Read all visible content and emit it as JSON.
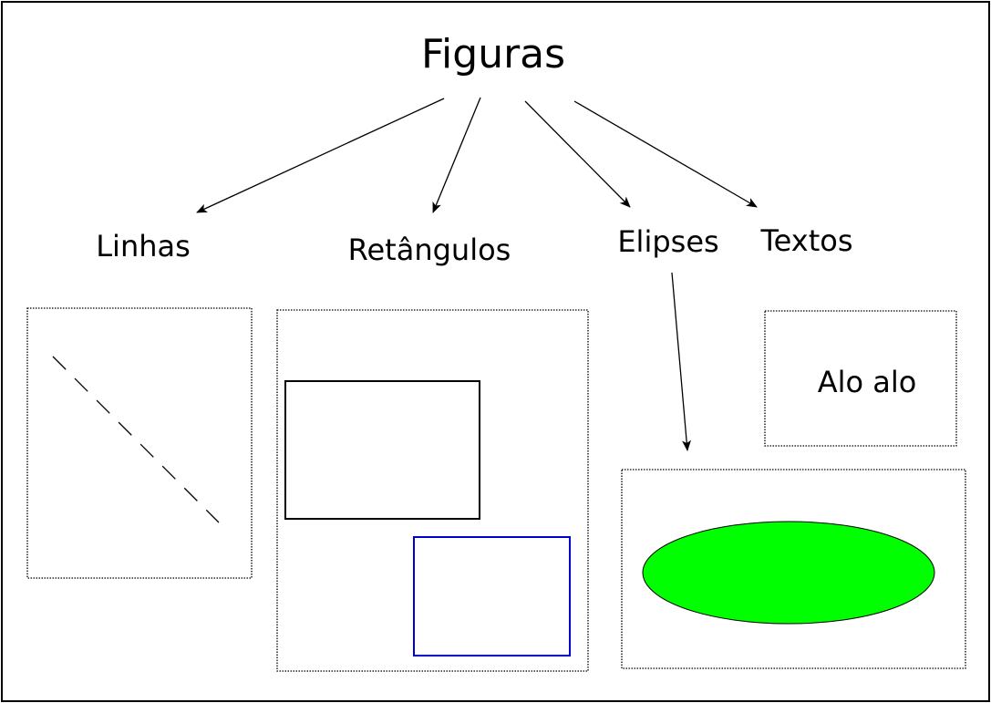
{
  "title": "Figuras",
  "categories": {
    "lines": "Linhas",
    "rectangles": "Retângulos",
    "ellipses": "Elipses",
    "texts": "Textos"
  },
  "samples": {
    "text": "Alo alo"
  },
  "colors": {
    "border": "#000000",
    "blue_rect": "#0000cc",
    "ellipse_fill": "#00ff00",
    "background": "#ffffff"
  }
}
